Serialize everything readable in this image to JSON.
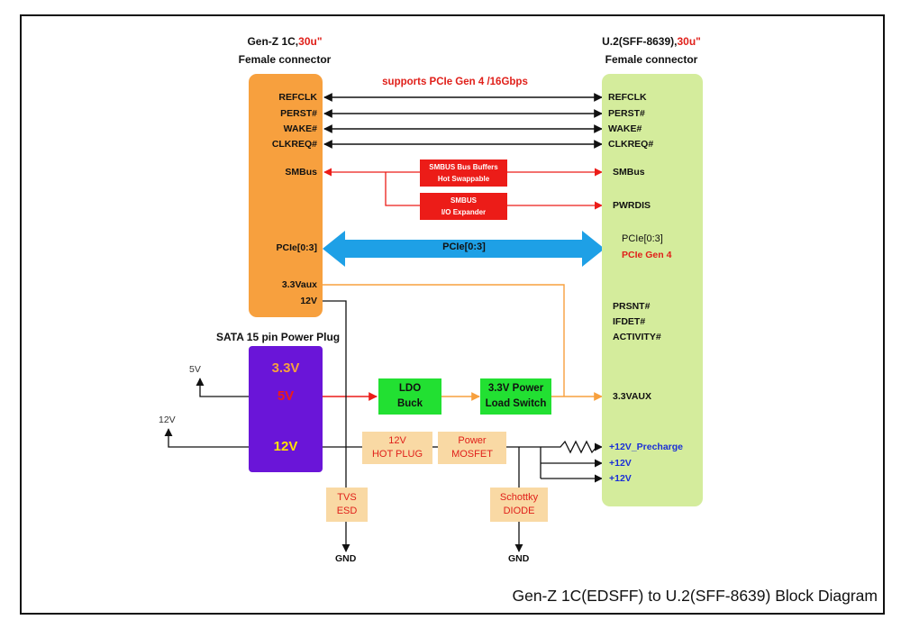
{
  "colors": {
    "left_connector": "#f7a03e",
    "right_connector": "#d4ec9c",
    "sata_plug": "#6a15d8",
    "pcie_arrow": "#1ea0e6",
    "smbus_red": "#ec1c18",
    "green_block": "#22e032",
    "tan_block": "#f9d9a4",
    "power_path_orange": "#f7a03e",
    "rail_blue": "#1a2fd6"
  },
  "left_connector": {
    "title_name": "Gen-Z 1C,",
    "title_spec": "30u\"",
    "subtitle": "Female connector",
    "signals": {
      "refclk": "REFCLK",
      "perst": "PERST#",
      "wake": "WAKE#",
      "clkreq": "CLKREQ#",
      "smbus": "SMBus",
      "pcie": "PCIe[0:3]",
      "vaux": "3.3Vaux",
      "v12": "12V"
    }
  },
  "right_connector": {
    "title_name": "U.2(SFF-8639),",
    "title_spec": "30u\"",
    "subtitle": "Female connector",
    "signals": {
      "refclk": "REFCLK",
      "perst": "PERST#",
      "wake": "WAKE#",
      "clkreq": "CLKREQ#",
      "smbus": "SMBus",
      "pwrdis": "PWRDIS",
      "pcie": "PCIe[0:3]",
      "pcie_gen": "PCIe Gen 4",
      "prsnt": "PRSNT#",
      "ifdet": "IFDET#",
      "activity": "ACTIVITY#",
      "vaux": "3.3VAUX",
      "precharge": "+12V_Precharge",
      "rail1": "+12V",
      "rail2": "+12V"
    }
  },
  "supports_label": "supports PCIe Gen 4 /16Gbps",
  "pcie_bus_label": "PCIe[0:3]",
  "smbus_buffer": {
    "line1": "SMBUS Bus Buffers",
    "line2": "Hot Swappable"
  },
  "io_expander": {
    "line1": "SMBUS",
    "line2": "I/O Expander"
  },
  "sata": {
    "title": "SATA 15 pin Power Plug",
    "pin_33": "3.3V",
    "pin_5": "5V",
    "pin_12": "12V"
  },
  "supply_5v": "5V",
  "supply_12v": "12V",
  "ldo": {
    "line1": "LDO",
    "line2": "Buck"
  },
  "load_switch": {
    "line1": "3.3V Power",
    "line2": "Load Switch"
  },
  "hot_plug": {
    "line1": "12V",
    "line2": "HOT PLUG"
  },
  "mosfet": {
    "line1": "Power",
    "line2": "MOSFET"
  },
  "tvs": {
    "line1": "TVS",
    "line2": "ESD"
  },
  "schottky": {
    "line1": "Schottky",
    "line2": "DIODE"
  },
  "gnd_left": "GND",
  "gnd_right": "GND",
  "footer_title": "Gen-Z 1C(EDSFF) to U.2(SFF-8639) Block Diagram"
}
